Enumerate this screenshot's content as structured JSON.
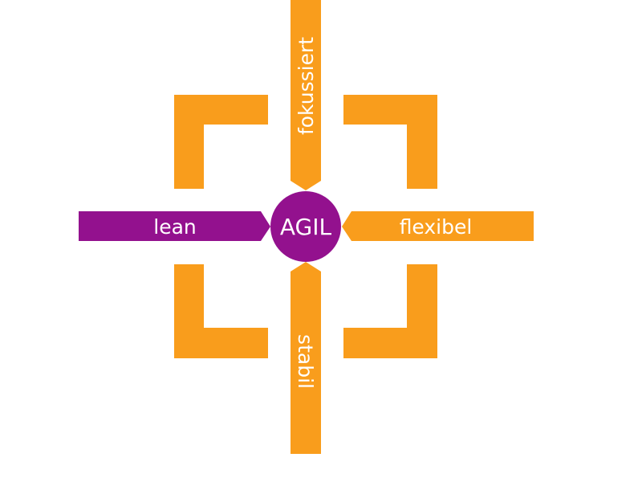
{
  "colors": {
    "orange": "#F99D1C",
    "purple": "#93118E"
  },
  "center": {
    "label": "AGIL"
  },
  "arms": {
    "top": "fokussiert",
    "left": "lean",
    "right": "flexibel",
    "bottom": "stabil"
  }
}
